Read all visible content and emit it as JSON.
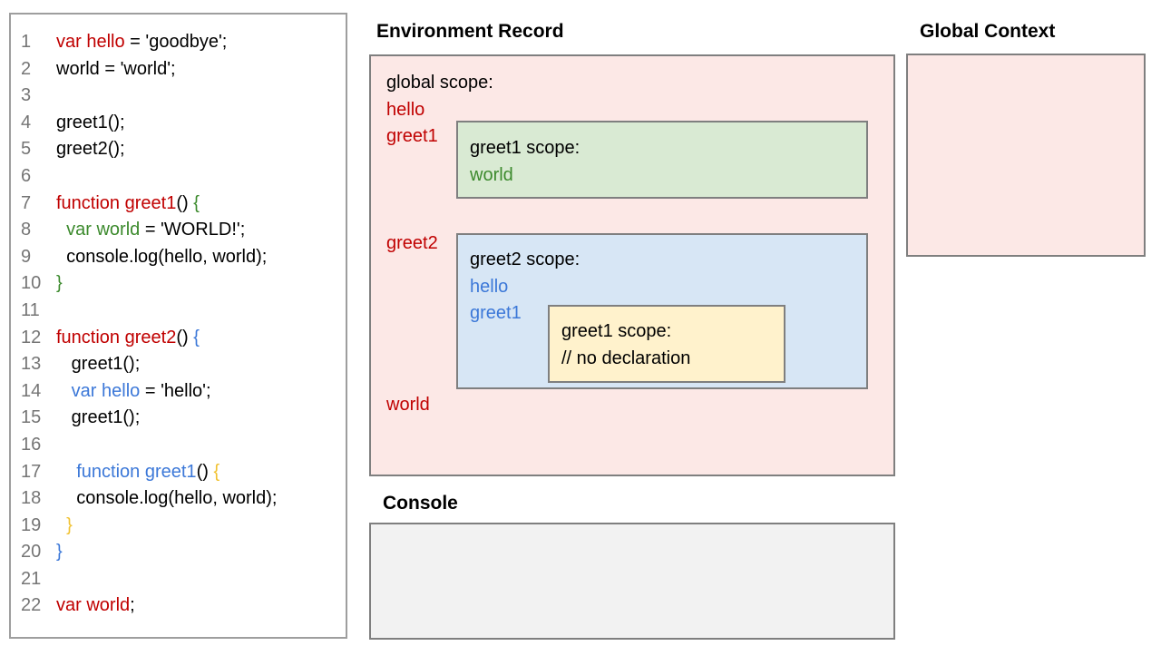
{
  "colors": {
    "red": "#c00000",
    "green": "#3c8a2d",
    "blue": "#3c78d8",
    "yellow": "#f1c232",
    "black": "#000000",
    "line_number_gray": "#757575",
    "pink_fill": "#fce8e6",
    "green_fill": "#d9ead3",
    "blue_fill": "#d7e6f5",
    "yellow_fill": "#fff2cc",
    "console_fill": "#f2f2f2",
    "box_border_gray": "#7f7f7f"
  },
  "code_panel": {
    "lines": [
      {
        "num": "1",
        "tokens": [
          {
            "t": "var hello",
            "c": "red"
          },
          {
            "t": " = 'goodbye';",
            "c": "black"
          }
        ]
      },
      {
        "num": "2",
        "tokens": [
          {
            "t": "world = 'world';",
            "c": "black"
          }
        ]
      },
      {
        "num": "3",
        "tokens": []
      },
      {
        "num": "4",
        "tokens": [
          {
            "t": "greet1();",
            "c": "black"
          }
        ]
      },
      {
        "num": "5",
        "tokens": [
          {
            "t": "greet2();",
            "c": "black"
          }
        ]
      },
      {
        "num": "6",
        "tokens": []
      },
      {
        "num": "7",
        "tokens": [
          {
            "t": "function greet1",
            "c": "red"
          },
          {
            "t": "() ",
            "c": "black"
          },
          {
            "t": "{",
            "c": "green"
          }
        ]
      },
      {
        "num": "8",
        "tokens": [
          {
            "t": "  ",
            "c": "black"
          },
          {
            "t": "var world",
            "c": "green"
          },
          {
            "t": " = 'WORLD!';",
            "c": "black"
          }
        ]
      },
      {
        "num": "9",
        "tokens": [
          {
            "t": "  console.log(hello, world);",
            "c": "black"
          }
        ]
      },
      {
        "num": "10",
        "tokens": [
          {
            "t": "}",
            "c": "green"
          }
        ]
      },
      {
        "num": "11",
        "tokens": []
      },
      {
        "num": "12",
        "tokens": [
          {
            "t": "function greet2",
            "c": "red"
          },
          {
            "t": "() ",
            "c": "black"
          },
          {
            "t": "{",
            "c": "blue"
          }
        ]
      },
      {
        "num": "13",
        "tokens": [
          {
            "t": "   greet1();",
            "c": "black"
          }
        ]
      },
      {
        "num": "14",
        "tokens": [
          {
            "t": "   ",
            "c": "black"
          },
          {
            "t": "var hello",
            "c": "blue"
          },
          {
            "t": " = 'hello';",
            "c": "black"
          }
        ]
      },
      {
        "num": "15",
        "tokens": [
          {
            "t": "   greet1();",
            "c": "black"
          }
        ]
      },
      {
        "num": "16",
        "tokens": []
      },
      {
        "num": "17",
        "tokens": [
          {
            "t": "    ",
            "c": "black"
          },
          {
            "t": "function greet1",
            "c": "blue"
          },
          {
            "t": "() ",
            "c": "black"
          },
          {
            "t": "{",
            "c": "yellow"
          }
        ]
      },
      {
        "num": "18",
        "tokens": [
          {
            "t": "    console.log(hello, world);",
            "c": "black"
          }
        ]
      },
      {
        "num": "19",
        "tokens": [
          {
            "t": "  ",
            "c": "black"
          },
          {
            "t": "}",
            "c": "yellow"
          }
        ]
      },
      {
        "num": "20",
        "tokens": [
          {
            "t": "}",
            "c": "blue"
          }
        ]
      },
      {
        "num": "21",
        "tokens": []
      },
      {
        "num": "22",
        "tokens": [
          {
            "t": "var world",
            "c": "red"
          },
          {
            "t": ";",
            "c": "black"
          }
        ]
      }
    ]
  },
  "environment_record": {
    "title": "Environment Record",
    "global_label": "global scope:",
    "hello": "hello",
    "greet1": "greet1",
    "greet2": "greet2",
    "world": "world",
    "greet1_box": {
      "label": "greet1 scope:",
      "world": "world"
    },
    "greet2_box": {
      "label": "greet2 scope:",
      "hello": "hello",
      "greet1": "greet1",
      "greet1_box": {
        "label": "greet1 scope:",
        "comment": "// no declaration"
      }
    }
  },
  "global_context": {
    "title": "Global Context"
  },
  "console_panel": {
    "title": "Console"
  }
}
